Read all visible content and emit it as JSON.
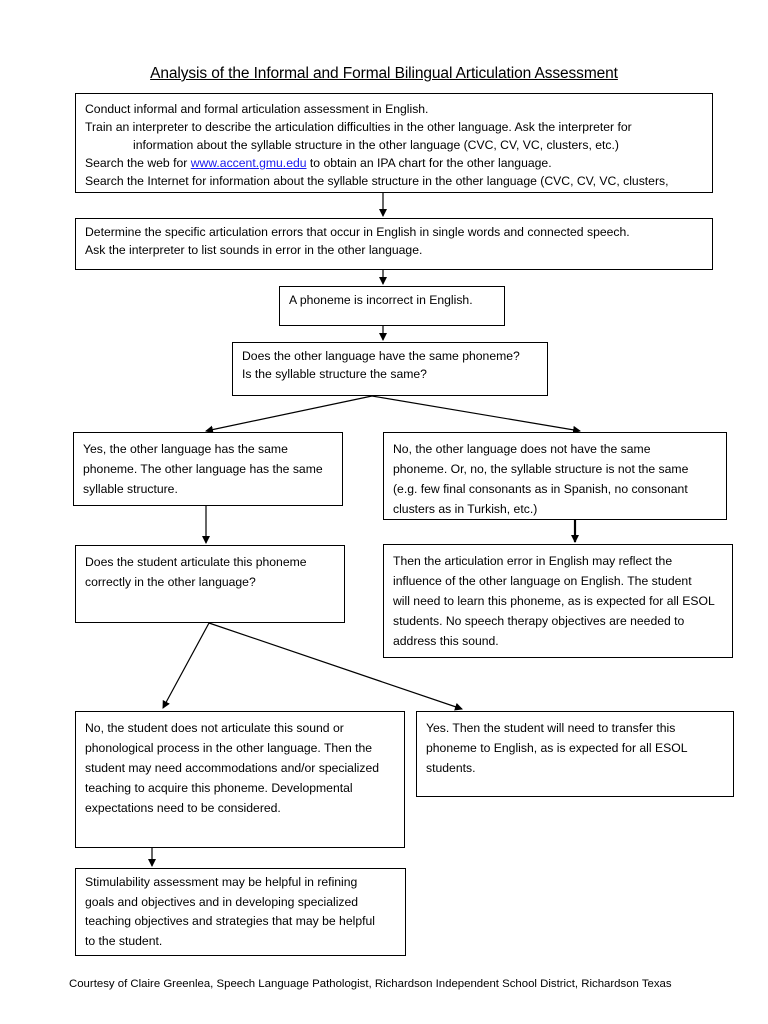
{
  "title": "Analysis of the Informal and Formal Bilingual Articulation Assessment",
  "step1": {
    "line1": "Conduct informal and formal articulation assessment in English.",
    "line2": "Train an interpreter to describe the articulation difficulties in the other language.  Ask the interpreter for",
    "line3": "information about the syllable structure in the other language (CVC, CV, VC, clusters, etc.)",
    "line4_before": "Search the web for ",
    "line4_link": "www.accent.gmu.edu",
    "line4_after": " to obtain an IPA chart for the other language.",
    "line5": "Search the Internet for information about the syllable structure in the other language (CVC, CV, VC, clusters,"
  },
  "step2": {
    "line1": "Determine the specific articulation errors that occur in English in single words and connected speech.",
    "line2": " Ask the interpreter to list sounds in error in the other language."
  },
  "step3": {
    "text": "A phoneme is incorrect in English."
  },
  "decision1": {
    "line1": "Does the other language have the same phoneme?",
    "line2": " Is the syllable structure the same?"
  },
  "yes_same": {
    "line1": "Yes, the other language has the same",
    "line2": "phoneme.  The other language has the same",
    "line3": "syllable structure."
  },
  "no_different": {
    "line1": "No, the other language does not have the same",
    "line2": "phoneme.  Or, no, the syllable structure is not the same",
    "line3": "(e.g. few final consonants as in Spanish, no consonant",
    "line4": "clusters as in Turkish, etc.)"
  },
  "decision2": {
    "line1": "Does the student articulate this phoneme",
    "line2": "correctly in the other language?"
  },
  "esol_influence": {
    "line1": "Then the articulation error in English may reflect the",
    "line2": "influence of the other language on English.  The student",
    "line3": "will need to learn this phoneme, as is expected for all ESOL",
    "line4": "students.  No speech therapy objectives are needed to",
    "line5": "address this sound."
  },
  "no_student": {
    "line1": "No, the student does not articulate this sound or",
    "line2": "phonological process in the other language.  Then the",
    "line3": "student may need accommodations and/or specialized",
    "line4": "teaching to acquire this phoneme.  Developmental",
    "line5": "expectations need to be considered."
  },
  "yes_student": {
    "line1": "Yes.  Then the student will need to transfer this",
    "line2": "phoneme to English, as is expected for all ESOL",
    "line3": "students."
  },
  "stimulability": {
    "line1": "Stimulability assessment may be helpful in refining",
    "line2": "goals and objectives and in developing specialized",
    "line3": "teaching objectives and strategies that may be helpful",
    "line4": "to the student."
  },
  "footer": "Courtesy of Claire Greenlea, Speech Language Pathologist, Richardson Independent School  District, Richardson Texas"
}
